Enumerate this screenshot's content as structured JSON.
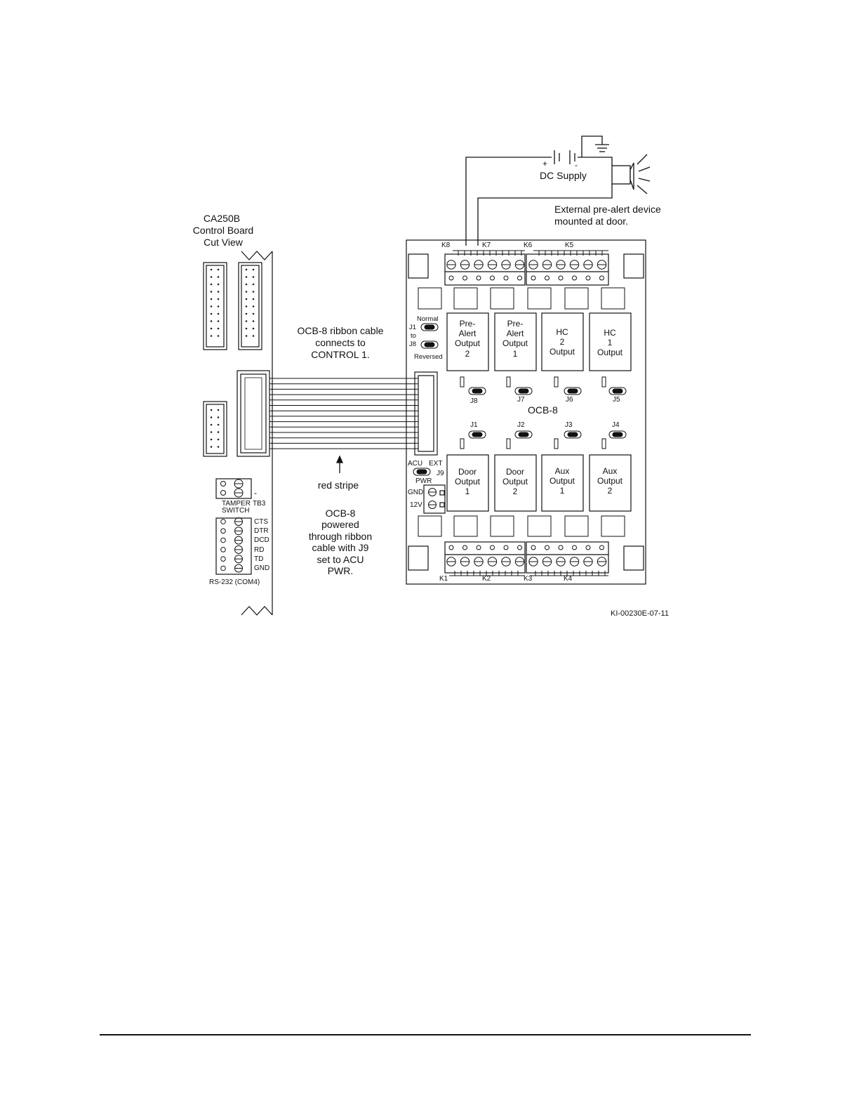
{
  "diagram": {
    "control_board": {
      "title": [
        "CA250B",
        "Control Board",
        "Cut View"
      ],
      "tamper": {
        "line1": "TAMPER",
        "line2": "SWITCH",
        "tb": "TB3",
        "minus": "-"
      },
      "rs232": {
        "signals": [
          "CTS",
          "DTR",
          "DCD",
          "RD",
          "TD",
          "GND"
        ],
        "label": "RS-232 (COM4)"
      }
    },
    "ribbon": {
      "caption": [
        "OCB-8 ribbon cable",
        "connects to",
        "CONTROL 1."
      ],
      "stripe_label": "red stripe",
      "power_note": [
        "OCB-8",
        "powered",
        "through ribbon",
        "cable with J9",
        "set to ACU",
        "PWR."
      ]
    },
    "supply": {
      "label": "DC Supply",
      "plus": "+",
      "minus": "-",
      "device_note": [
        "External pre-alert device",
        "mounted at door."
      ]
    },
    "ocb8": {
      "name": "OCB-8",
      "relays_top": [
        "K8",
        "K7",
        "K6",
        "K5"
      ],
      "relays_bottom": [
        "K1",
        "K2",
        "K3",
        "K4"
      ],
      "top_outputs": [
        [
          "Pre-",
          "Alert",
          "Output",
          "2"
        ],
        [
          "Pre-",
          "Alert",
          "Output",
          "1"
        ],
        [
          "HC",
          "2",
          "Output"
        ],
        [
          "HC",
          "1",
          "Output"
        ]
      ],
      "bottom_outputs": [
        [
          "Door",
          "Output",
          "1"
        ],
        [
          "Door",
          "Output",
          "2"
        ],
        [
          "Aux",
          "Output",
          "1"
        ],
        [
          "Aux",
          "Output",
          "2"
        ]
      ],
      "jumpers_top": [
        "J8",
        "J7",
        "J6",
        "J5"
      ],
      "jumpers_bottom": [
        "J1",
        "J2",
        "J3",
        "J4"
      ],
      "polarity": {
        "normal": "Normal",
        "j1": "J1",
        "to": "to",
        "j8": "J8",
        "reversed": "Reversed"
      },
      "power": {
        "acu": "ACU",
        "ext": "EXT",
        "j9": "J9",
        "pwr": "PWR",
        "gnd": "GND",
        "v12": "12V"
      }
    },
    "figure_id": "KI-00230E-07-11"
  }
}
